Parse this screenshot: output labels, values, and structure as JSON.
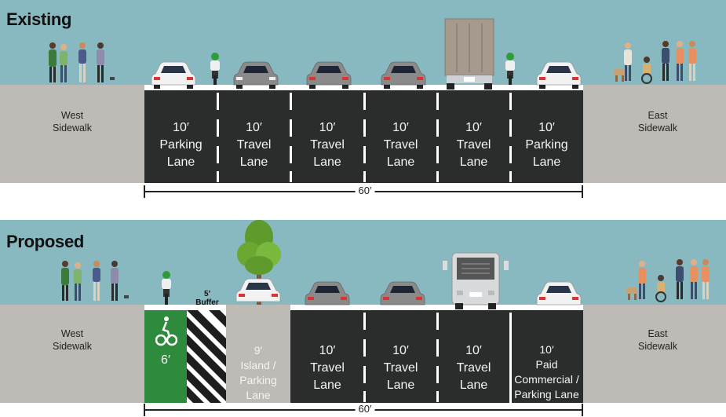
{
  "panels": {
    "existing": {
      "title": "Existing",
      "west_sidewalk": "West\nSidewalk",
      "east_sidewalk": "East\nSidewalk",
      "lanes": [
        "10′\nParking\nLane",
        "10′\nTravel\nLane",
        "10′\nTravel\nLane",
        "10′\nTravel\nLane",
        "10′\nTravel\nLane",
        "10′\nParking\nLane"
      ],
      "total_width": "60′"
    },
    "proposed": {
      "title": "Proposed",
      "west_sidewalk": "West\nSidewalk",
      "east_sidewalk": "East\nSidewalk",
      "bike_lane": "6′",
      "buffer_label": "5′\nBuffer",
      "island_lane": "9′\nIsland /\nParking\nLane",
      "lanes": [
        "10′\nTravel\nLane",
        "10′\nTravel\nLane",
        "10′\nTravel\nLane",
        "10′\nPaid\nCommercial /\nParking Lane"
      ],
      "total_width": "60′"
    }
  },
  "colors": {
    "sky": "#88b8c0",
    "sidewalk": "#bebbb6",
    "road": "#2b2d2c",
    "bike_lane": "#2e8b3e",
    "island": "#bebbb6",
    "tree": "#6aa832"
  },
  "icons": [
    "car-icon",
    "truck-icon",
    "bus-icon",
    "cyclist-icon",
    "pedestrian-icon",
    "dog-icon",
    "wheelchair-icon",
    "tree-icon",
    "bicycle-symbol-icon"
  ]
}
